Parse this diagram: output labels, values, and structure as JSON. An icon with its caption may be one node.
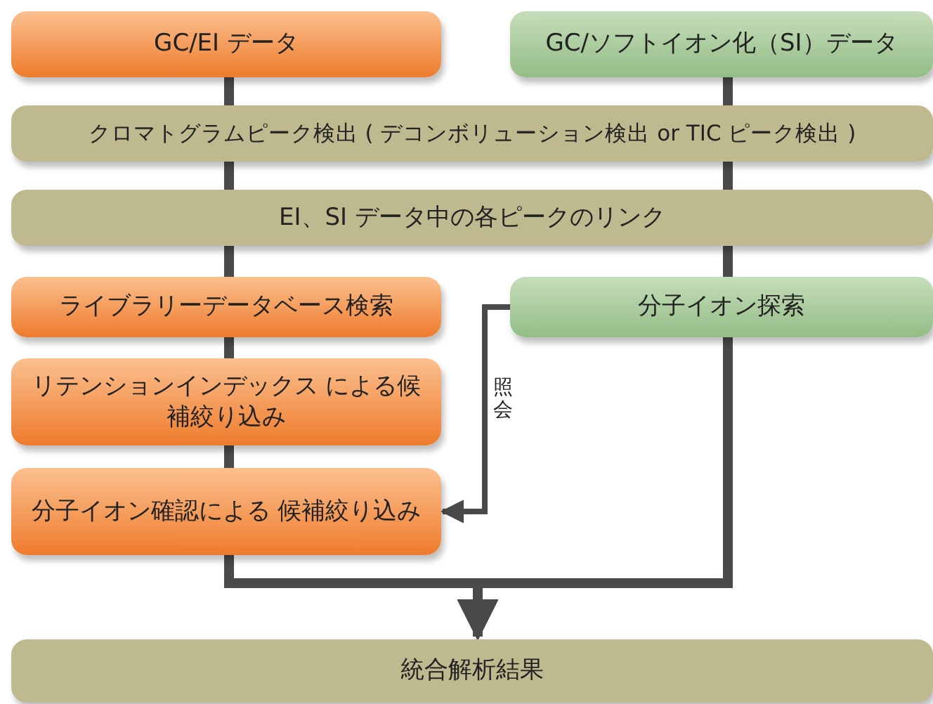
{
  "diagram": {
    "nodes": [
      {
        "text": [
          "GC/EI データ"
        ]
      },
      {
        "text": [
          "GC/ソフトイオン化（SI）データ"
        ]
      },
      {
        "text": [
          "クロマトグラムピーク検出 ( デコンボリューション検出 or TIC ピーク検出 )"
        ]
      },
      {
        "text": [
          "EI、SI データ中の各ピークのリンク"
        ]
      },
      {
        "text": [
          "ライブラリーデータベース検索"
        ]
      },
      {
        "text": [
          "リテンションインデックス による候補絞り込み"
        ]
      },
      {
        "text": [
          "分子イオン確認による 候補絞り込み"
        ]
      },
      {
        "text": [
          "分子イオン探索"
        ]
      },
      {
        "text": [
          "統合解析結果"
        ]
      }
    ],
    "edges": [
      {
        "from": 0,
        "to": 2,
        "arrow": "none"
      },
      {
        "from": 1,
        "to": 2,
        "arrow": "none"
      },
      {
        "from": 2,
        "to": 3,
        "arrow": "none"
      },
      {
        "from": 2,
        "to": 3,
        "arrow": "none"
      },
      {
        "from": 3,
        "to": 4,
        "arrow": "none"
      },
      {
        "from": 3,
        "to": 7,
        "arrow": "none"
      },
      {
        "from": 4,
        "to": 5,
        "arrow": "none"
      },
      {
        "from": 5,
        "to": 6,
        "arrow": "none"
      },
      {
        "from": 7,
        "to": 6,
        "arrow": "to",
        "label": "照会"
      },
      {
        "from": 6,
        "to": 8,
        "arrow": "to"
      },
      {
        "from": 7,
        "to": 8,
        "arrow": "to"
      }
    ]
  }
}
